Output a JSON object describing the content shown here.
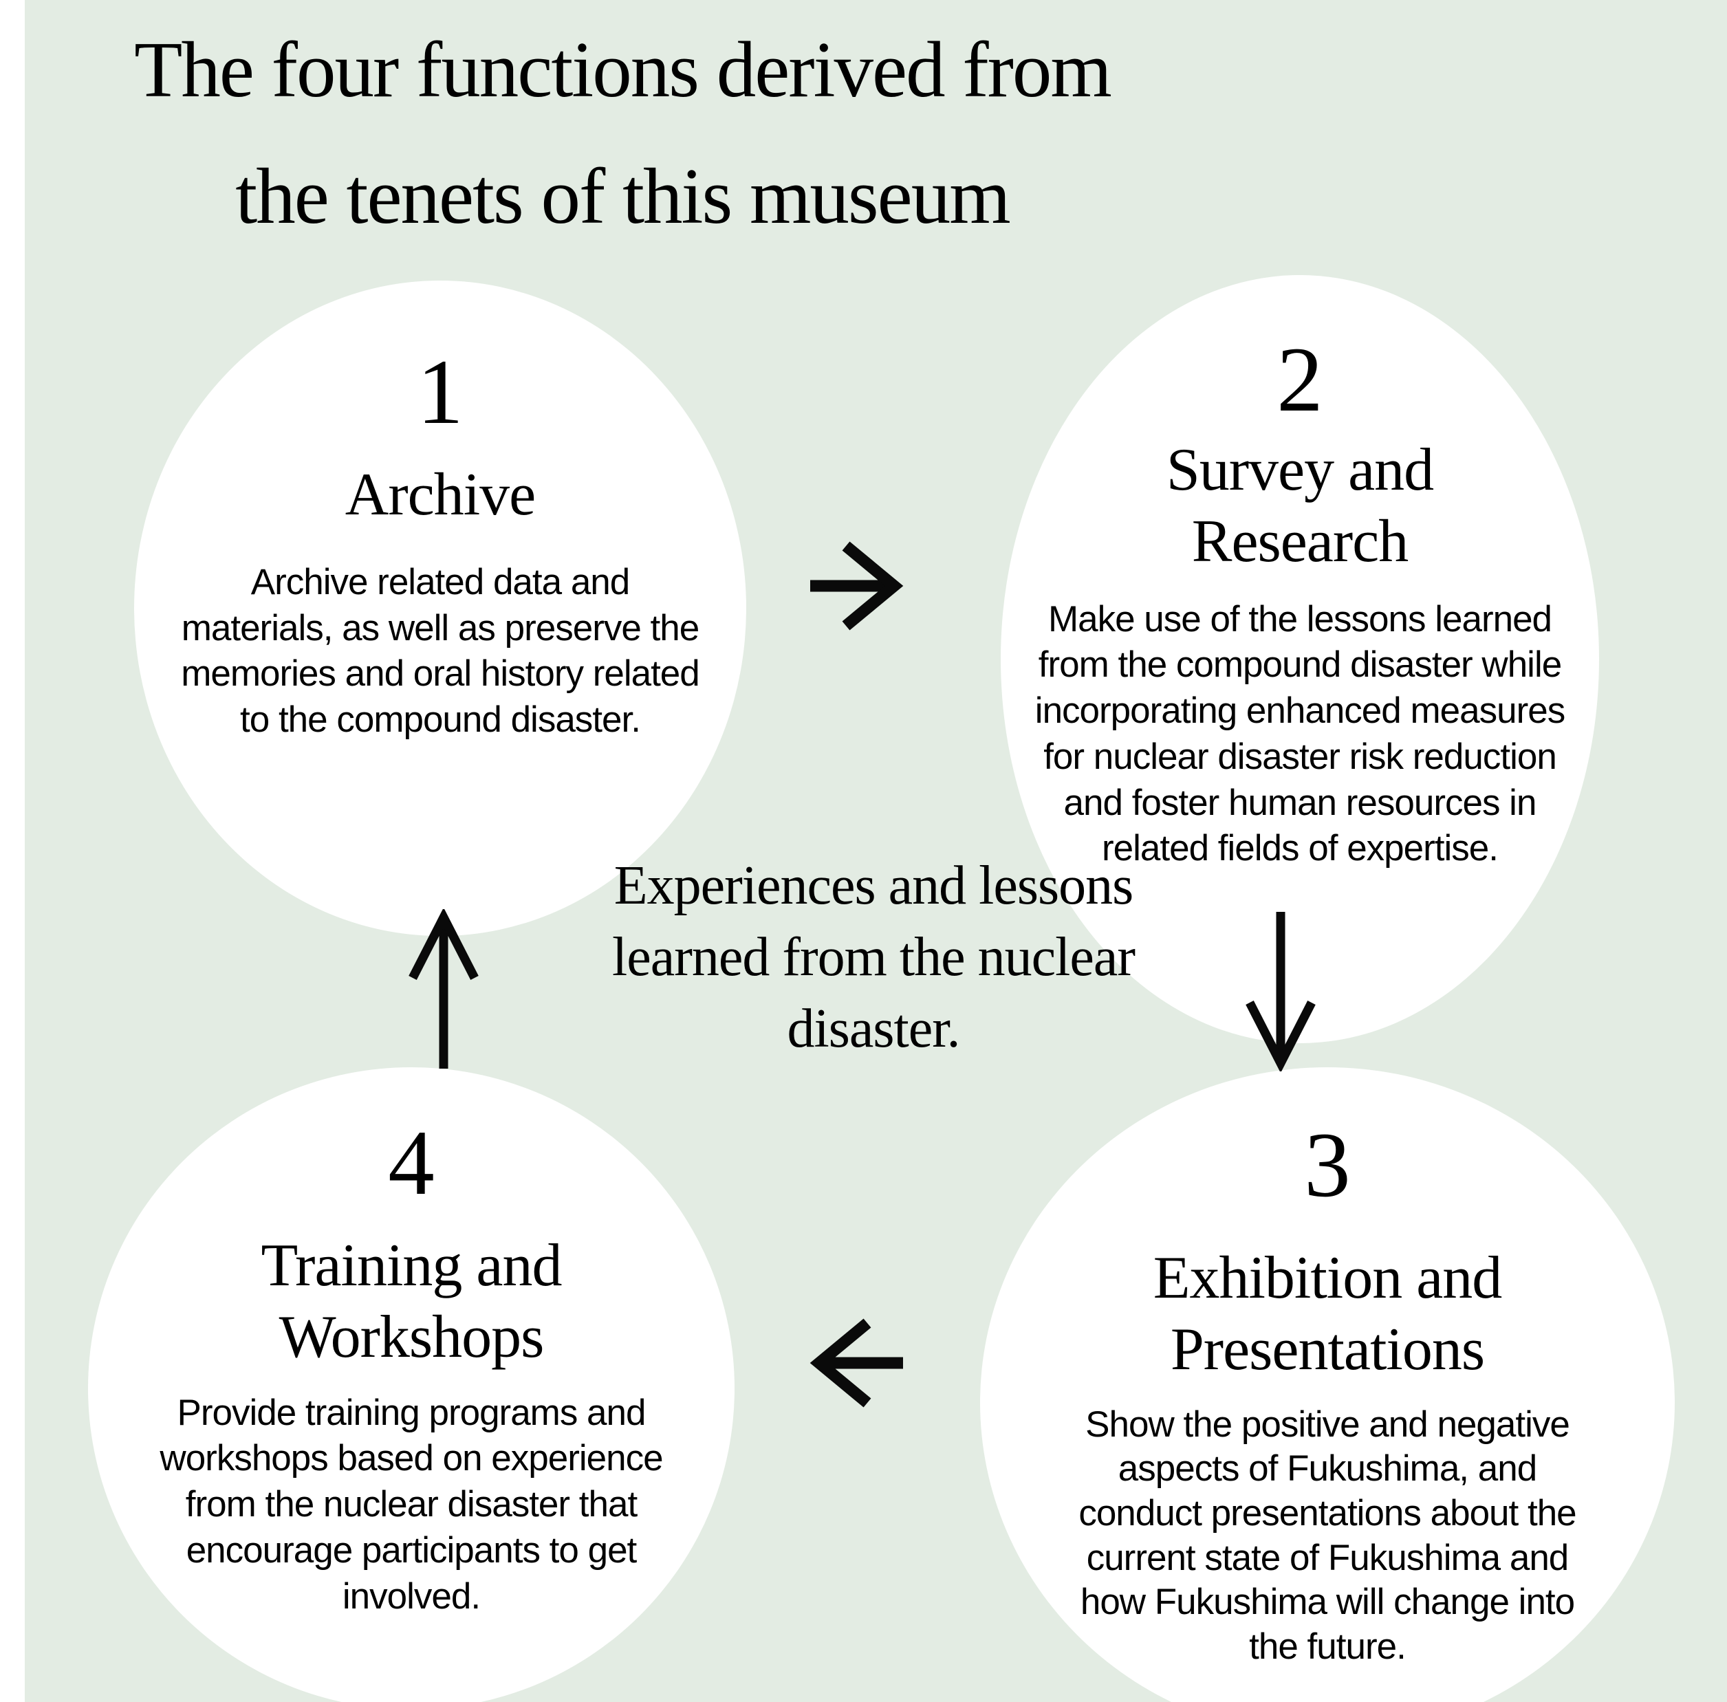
{
  "colors": {
    "background": "#e3ece3",
    "circle_fill": "#ffffff",
    "text": "#000000",
    "arrow": "#0a0a0a",
    "left_strip": "#ffffff"
  },
  "title": {
    "lines": [
      "The four functions derived from",
      "the tenets of this museum"
    ]
  },
  "cycle_center": {
    "lines": [
      "Experiences and lessons",
      "learned from the nuclear",
      "disaster."
    ]
  },
  "functions": [
    {
      "number": "1",
      "heading_lines": [
        "Archive"
      ],
      "body_lines": [
        "Archive related data and",
        "materials, as well as preserve the",
        "memories and oral history related",
        "to the compound disaster."
      ]
    },
    {
      "number": "2",
      "heading_lines": [
        "Survey and",
        "Research"
      ],
      "body_lines": [
        "Make use of the lessons learned",
        "from the compound disaster while",
        "incorporating enhanced measures",
        "for nuclear disaster risk reduction",
        "and foster human resources in",
        "related fields of expertise."
      ]
    },
    {
      "number": "3",
      "heading_lines": [
        "Exhibition and",
        "Presentations"
      ],
      "body_lines": [
        "Show the positive and negative",
        "aspects of Fukushima, and",
        "conduct presentations about the",
        "current state of Fukushima and",
        "how Fukushima will change into",
        "the future."
      ]
    },
    {
      "number": "4",
      "heading_lines": [
        "Training and",
        "Workshops"
      ],
      "body_lines": [
        "Provide training programs and",
        "workshops based on experience",
        "from the nuclear disaster that",
        "encourage participants to get",
        "involved."
      ]
    }
  ],
  "arrows": {
    "right": "arrow-right",
    "down": "arrow-down",
    "left": "arrow-left",
    "up": "arrow-up"
  }
}
